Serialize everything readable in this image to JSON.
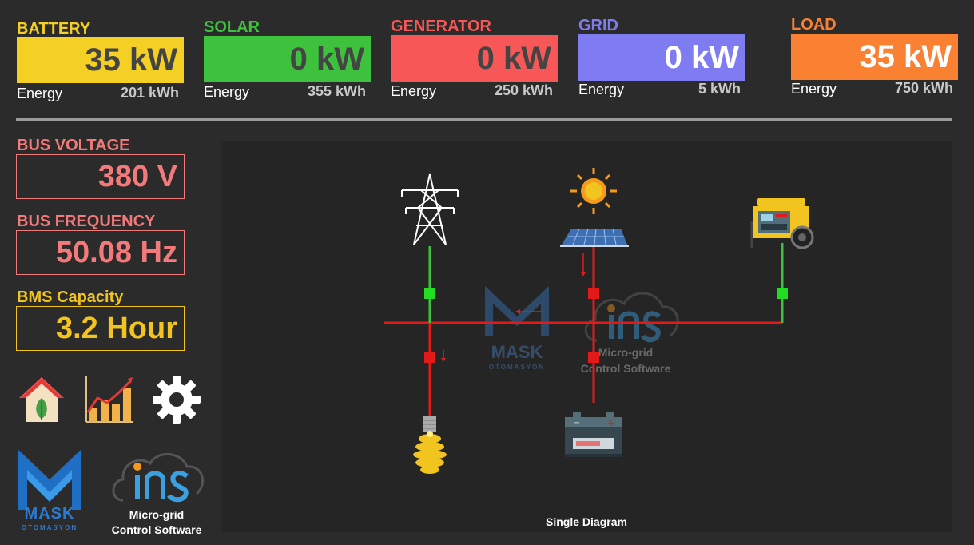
{
  "cards": [
    {
      "title": "BATTERY",
      "value": "35 kW",
      "energy_label": "Energy",
      "energy_value": "201 kWh",
      "title_color": "#f4cf24",
      "bg": "#f4cf24",
      "value_color": "#444444"
    },
    {
      "title": "SOLAR",
      "value": "0 kW",
      "energy_label": "Energy",
      "energy_value": "355 kWh",
      "title_color": "#3ec23e",
      "bg": "#3ec23e",
      "value_color": "#444444"
    },
    {
      "title": "GENERATOR",
      "value": "0 kW",
      "energy_label": "Energy",
      "energy_value": "250 kWh",
      "title_color": "#f75757",
      "bg": "#f75757",
      "value_color": "#444444"
    },
    {
      "title": "GRID",
      "value": "0 kW",
      "energy_label": "Energy",
      "energy_value": "5 kWh",
      "title_color": "#7f7cf2",
      "bg": "#7f7cf2",
      "value_color": "#ffffff"
    },
    {
      "title": "LOAD",
      "value": "35 kW",
      "energy_label": "Energy",
      "energy_value": "750 kWh",
      "title_color": "#f98131",
      "bg": "#f98131",
      "value_color": "#ffffff"
    }
  ],
  "bus_voltage": {
    "label": "BUS VOLTAGE",
    "value": "380 V",
    "color": "#f37a7a"
  },
  "bus_frequency": {
    "label": "BUS FREQUENCY",
    "value": "50.08 Hz",
    "color": "#f37a7a"
  },
  "bms_capacity": {
    "label": "BMS Capacity",
    "value": "3.2 Hour",
    "color": "#f2c41f"
  },
  "nav_icons": [
    "home-icon",
    "chart-icon",
    "gear-icon"
  ],
  "logos": {
    "mask": {
      "name": "MASK",
      "sub": "OTOMASYON"
    },
    "ins": {
      "line1": "Micro-grid",
      "line2": "Control Software"
    }
  },
  "diagram": {
    "caption": "Single Diagram"
  }
}
